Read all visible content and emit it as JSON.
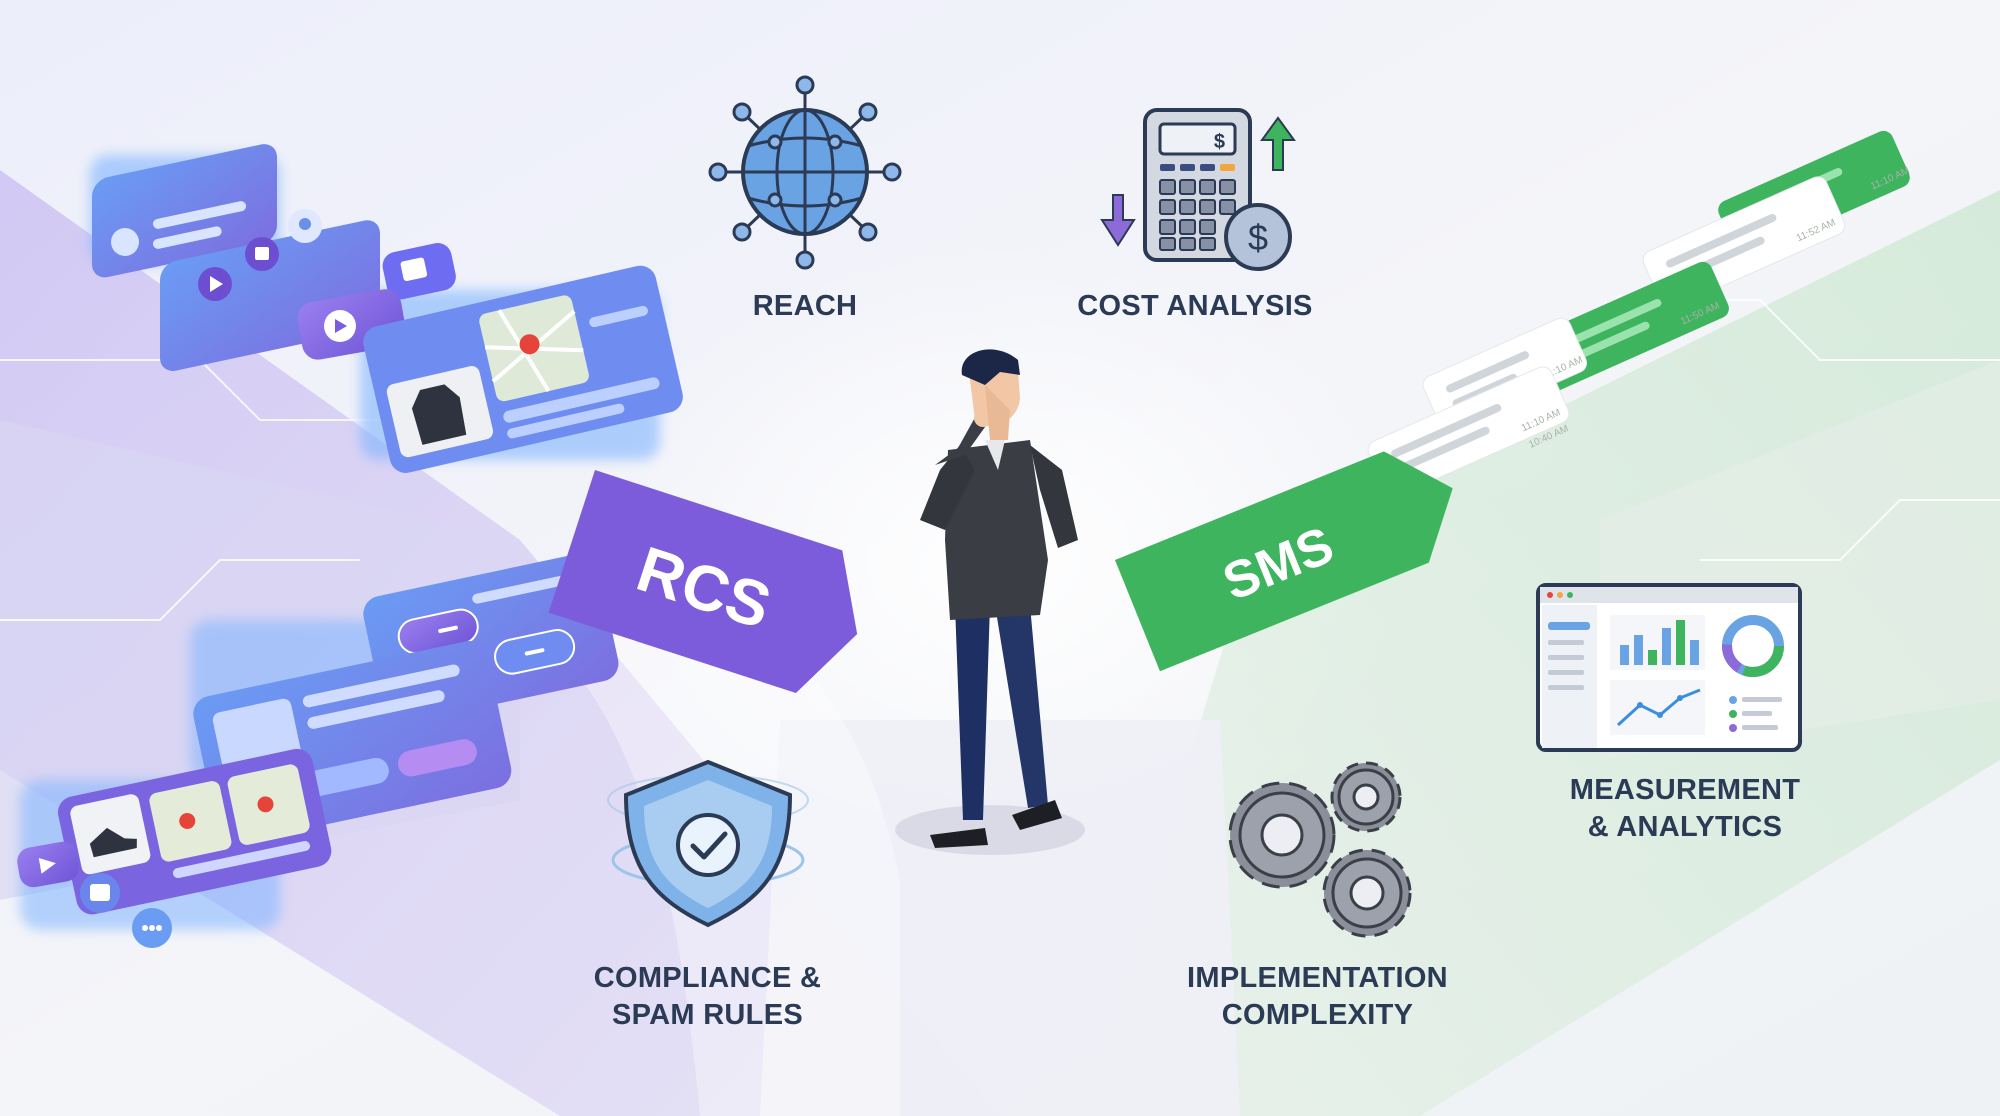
{
  "paths": {
    "left": {
      "label": "RCS",
      "color": "#8462d9"
    },
    "right": {
      "label": "SMS",
      "color": "#3fb45f"
    }
  },
  "factors": {
    "reach": {
      "lines": [
        "REACH"
      ]
    },
    "cost": {
      "lines": [
        "COST ANALYSIS"
      ]
    },
    "compliance": {
      "lines": [
        "COMPLIANCE &",
        "SPAM RULES"
      ]
    },
    "implementation": {
      "lines": [
        "IMPLEMENTATION",
        "COMPLEXITY"
      ]
    },
    "measurement": {
      "lines": [
        "MEASUREMENT",
        "& ANALYTICS"
      ]
    }
  },
  "sms_messages": {
    "t1": "11:10 AM",
    "t2": "11:52 AM",
    "t3": "11:50 AM",
    "t4": "11:10 AM",
    "t5": "11:10 AM",
    "t6": "10:40 AM"
  },
  "colors": {
    "rcs_bubble": "#5a8ef0",
    "sms_bubble": "#3fb45f",
    "text": "#2b3a55"
  }
}
